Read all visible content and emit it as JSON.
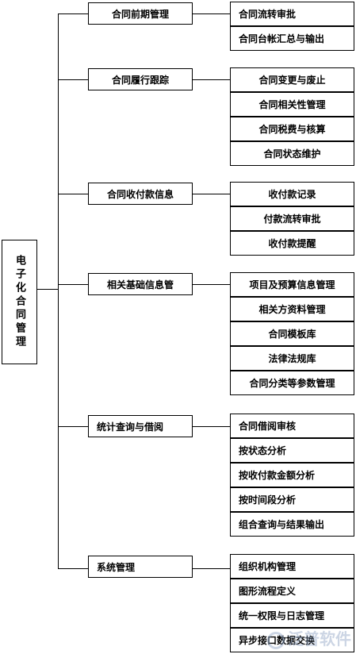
{
  "root": {
    "label": "电子化合同管理"
  },
  "categories": [
    {
      "label": "合同前期管理",
      "children": [
        "合同流转审批",
        "合同台帐汇总与输出"
      ]
    },
    {
      "label": "合同履行跟踪",
      "children": [
        "合同变更与废止",
        "合同相关性管理",
        "合同税费与核算",
        "合同状态维护"
      ]
    },
    {
      "label": "合同收付款信息",
      "children": [
        "收付款记录",
        "付款流转审批",
        "收付款提醒"
      ]
    },
    {
      "label": "相关基础信息管",
      "children": [
        "项目及预算信息管理",
        "相关方资料管理",
        "合同模板库",
        "法律法规库",
        "合同分类等参数管理"
      ]
    },
    {
      "label": "统计查询与借阅",
      "children": [
        "合同借阅审核",
        "按状态分析",
        "按收付款金额分析",
        "按时间段分析",
        "组合查询与结果输出"
      ]
    },
    {
      "label": "系统管理",
      "children": [
        "组织机构管理",
        "图形流程定义",
        "统一权限与日志管理",
        "异步接口数据交换"
      ]
    }
  ],
  "watermark": {
    "text": "泛普软件"
  }
}
